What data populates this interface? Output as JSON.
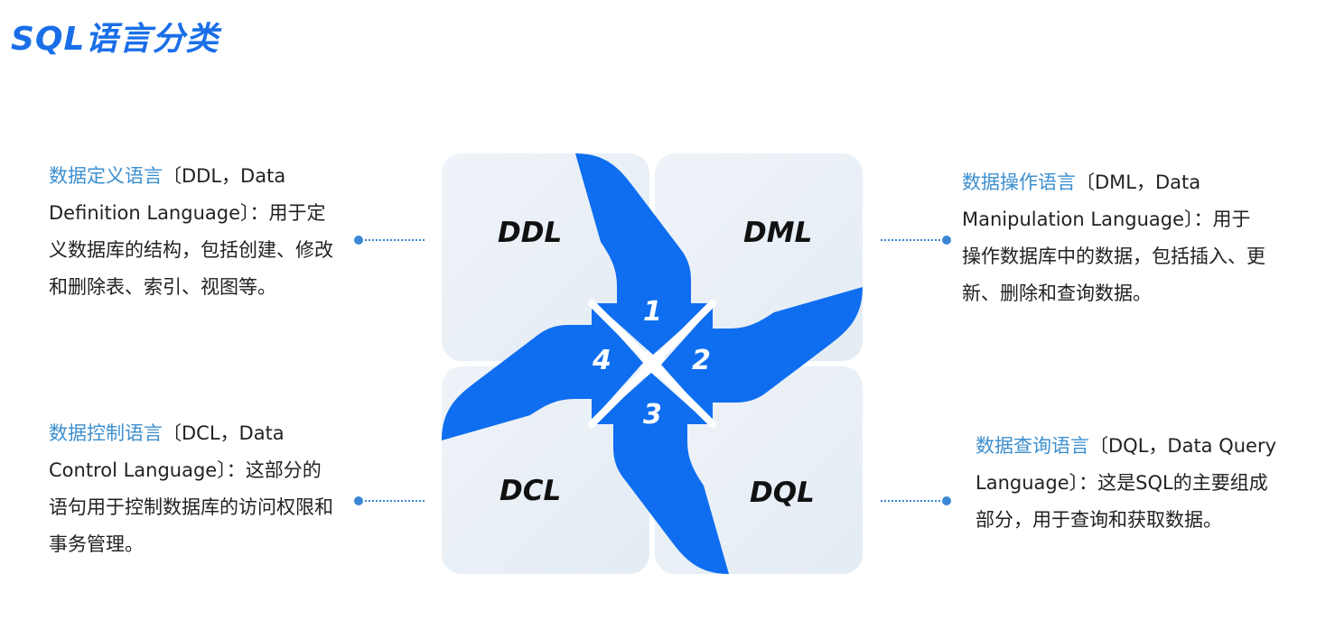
{
  "title": "SQL语言分类",
  "diagram": {
    "quadrants": [
      {
        "label": "DDL"
      },
      {
        "label": "DML"
      },
      {
        "label": "DCL"
      },
      {
        "label": "DQL"
      }
    ],
    "numbers": [
      "1",
      "2",
      "3",
      "4"
    ]
  },
  "descriptions": {
    "ddl": {
      "name": "数据定义语言",
      "rest": "〔DDL，Data Definition Language〕：用于定义数据库的结构，包括创建、修改和删除表、索引、视图等。"
    },
    "dml": {
      "name": "数据操作语言",
      "rest": "〔DML，Data Manipulation Language〕：用于操作数据库中的数据，包括插入、更新、删除和查询数据。"
    },
    "dcl": {
      "name": "数据控制语言",
      "rest": "〔DCL，Data Control Language〕：这部分的语句用于控制数据库的访问权限和事务管理。"
    },
    "dql": {
      "name": "数据查询语言",
      "rest": "〔DQL，Data Query Language〕：这是SQL的主要组成部分，用于查询和获取数据。"
    }
  },
  "colors": {
    "accent": "#1a6fe8",
    "arrow": "#0f6ef0",
    "tile": "#eaf0f6",
    "connector": "#3b87d6",
    "highlight_text": "#3d8fcf"
  }
}
